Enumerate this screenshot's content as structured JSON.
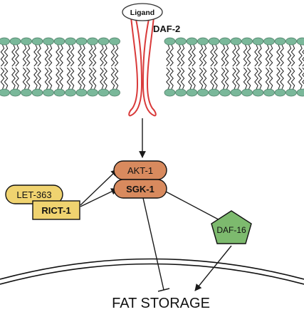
{
  "diagram": {
    "ligand": "Ligand",
    "receptor": "DAF-2",
    "akt1": "AKT-1",
    "sgk1": "SGK-1",
    "let363": "LET-363",
    "rict1": "RICT-1",
    "daf16": "DAF-16",
    "output": "FAT STORAGE"
  },
  "colors": {
    "membrane_head": "#7ab89a",
    "membrane_outline": "#4f7f68",
    "receptor_stroke": "#d93a3a",
    "akt_fill": "#d88a5e",
    "let_fill": "#f0d370",
    "daf16_fill": "#7dba6e",
    "arrow": "#1a1a1a"
  }
}
